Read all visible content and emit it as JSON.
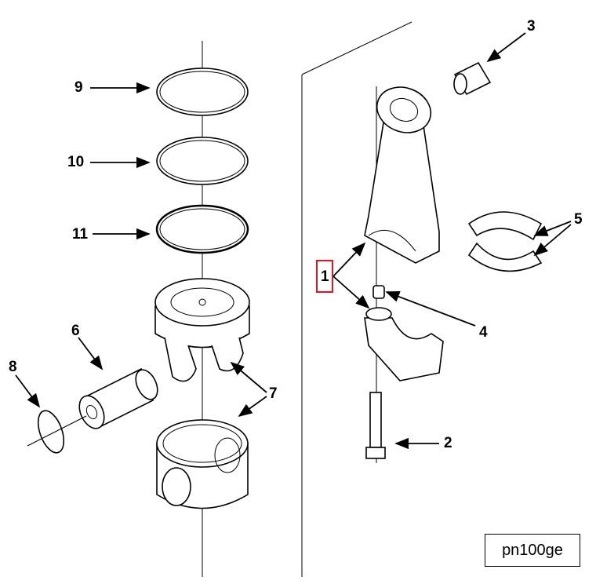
{
  "callouts": {
    "c1": "1",
    "c2": "2",
    "c3": "3",
    "c4": "4",
    "c5": "5",
    "c6": "6",
    "c7": "7",
    "c8": "8",
    "c9": "9",
    "c10": "10",
    "c11": "11"
  },
  "highlight_color": "#e0161e",
  "figure_code": "pn100ge"
}
